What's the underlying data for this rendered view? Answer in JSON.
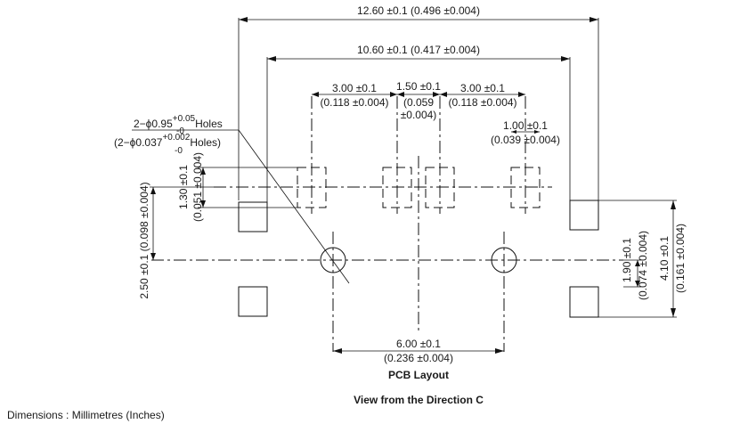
{
  "dimensions": {
    "overall_width": "12.60 ±0.1 (0.496 ±0.004)",
    "inner_width": "10.60 ±0.1 (0.417 ±0.004)",
    "pitch_left_mm": "3.00 ±0.1",
    "pitch_left_in": "(0.118 ±0.004)",
    "pitch_mid_mm": "1.50 ±0.1",
    "pitch_mid_in_1": "(0.059",
    "pitch_mid_in_2": "±0.004)",
    "pitch_right_mm": "3.00 ±0.1",
    "pitch_right_in": "(0.118 ±0.004)",
    "slot_width_mm": "1.00 ±0.1",
    "slot_width_in": "(0.039 ±0.004)",
    "holes_mm_prefix": "2−ϕ0.95",
    "holes_mm_sup": "+0.05",
    "holes_mm_sub": "-0",
    "holes_mm_suffix": "Holes",
    "holes_in_prefix": "(2−ϕ0.037",
    "holes_in_sup": "+0.002",
    "holes_in_sub": "-0",
    "holes_in_suffix": "Holes)",
    "slot_height_mm": "1.30 ±0.1",
    "slot_height_in": "(0.051 ±0.004)",
    "row_offset": "2.50 ±0.1 (0.098 ±0.004)",
    "hole_spacing_mm": "6.00 ±0.1",
    "hole_spacing_in": "(0.236 ±0.004)",
    "pad_offset_mm": "1.90 ±0.1",
    "pad_offset_in": "(0.074 ±0.004)",
    "pad_span_mm": "4.10 ±0.1",
    "pad_span_in": "(0.161 ±0.004)"
  },
  "labels": {
    "layout_title": "PCB Layout",
    "view_title": "View from the Direction C",
    "units_note": "Dimensions : Millimetres (Inches)"
  }
}
